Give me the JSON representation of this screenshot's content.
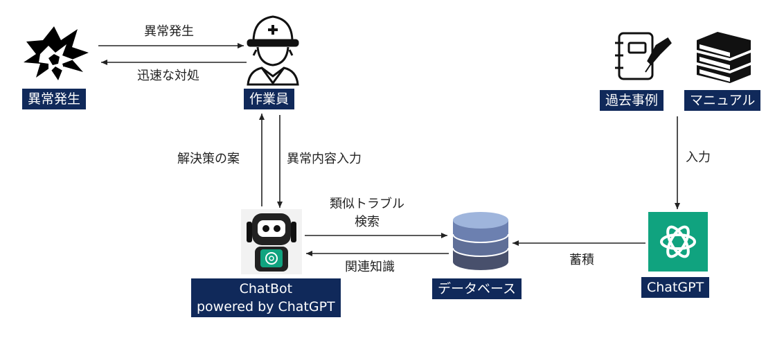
{
  "nodes": {
    "incident": {
      "label": "異常発生",
      "icon": "explosion-icon"
    },
    "worker": {
      "label": "作業員",
      "icon": "construction-worker-icon"
    },
    "past_cases": {
      "label": "過去事例",
      "icon": "notebook-pen-icon"
    },
    "manual": {
      "label": "マニュアル",
      "icon": "stacked-books-icon"
    },
    "chatbot": {
      "label_line1": "ChatBot",
      "label_line2": "powered by ChatGPT",
      "icon": "robot-icon"
    },
    "database": {
      "label": "データベース",
      "icon": "database-icon"
    },
    "chatgpt": {
      "label": "ChatGPT",
      "icon": "chatgpt-logo-icon"
    }
  },
  "edges": {
    "incident_to_worker": "異常発生",
    "worker_to_incident": "迅速な対処",
    "chatbot_to_worker": "解決策の案",
    "worker_to_chatbot": "異常内容入力",
    "chatbot_to_database_line1": "類似トラブル",
    "chatbot_to_database_line2": "検索",
    "database_to_chatbot": "関連知識",
    "sources_to_chatgpt": "入力",
    "chatgpt_to_database": "蓄積"
  },
  "colors": {
    "label_bg": "#10295a",
    "label_text": "#ffffff",
    "chatgpt_green": "#10a37f",
    "db_top": "#7e9ac8",
    "db_mid": "#5f6f98",
    "db_bottom": "#48506c",
    "arrow": "#222222"
  }
}
